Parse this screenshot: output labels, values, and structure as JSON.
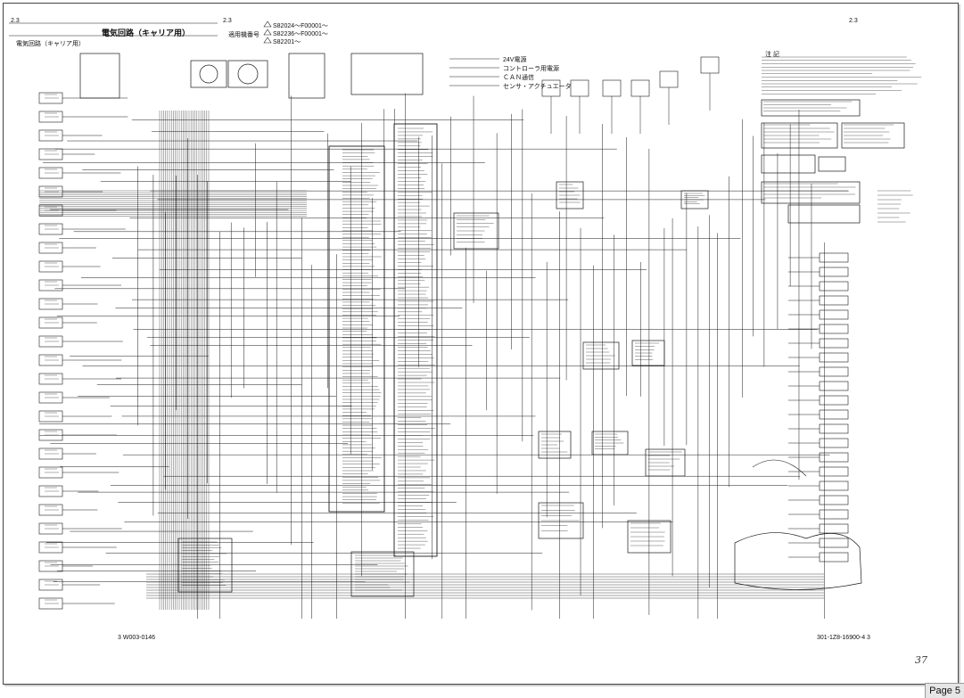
{
  "document": {
    "section_left": "2.3",
    "section_mid": "2.3",
    "section_right": "2.3",
    "title": "電気回路（キャリア用）",
    "subtitle": "電気回路（キャリア用）",
    "serial_label": "適用機番号",
    "serials": [
      "S82024～F00001～",
      "S82236～F00001～",
      "S82201～"
    ],
    "notes_title": "注 記",
    "footer_left": "3 W003-0146",
    "footer_right": "301-1Z8-16900-4 3",
    "handwritten_page": "37",
    "viewer_page_label": "Page 5"
  },
  "legend": {
    "items": [
      "24V電源",
      "コントローラ用電源",
      "ＣＡＮ通信",
      "センサ・アクチュエータ"
    ]
  },
  "colors": {
    "ink": "#1a1a1a",
    "paper": "#ffffff",
    "frame": "#444444"
  }
}
